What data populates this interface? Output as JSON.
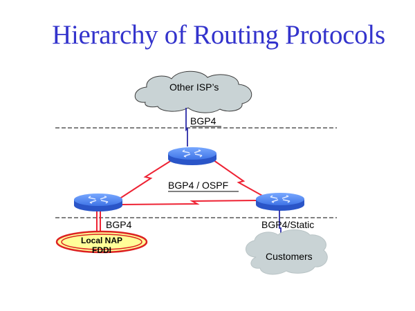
{
  "slide": {
    "title": "Hierarchy of Routing Protocols"
  },
  "diagram": {
    "clouds": {
      "top": {
        "label": "Other ISP’s"
      },
      "bottom": {
        "label": "Customers"
      }
    },
    "nap": {
      "label": "Local NAP",
      "sublabel": "FDDI"
    },
    "routers": [
      {
        "id": "top-router",
        "icon": "router-icon"
      },
      {
        "id": "left-router",
        "icon": "router-icon"
      },
      {
        "id": "right-router",
        "icon": "router-icon"
      }
    ],
    "link_labels": {
      "upstream": "BGP4",
      "core": "BGP4 / OSPF",
      "nap": "BGP4",
      "customers": "BGP4/Static"
    },
    "colors": {
      "title": "#3333cc",
      "router_top": "#5a8cf0",
      "router_side": "#2a55c8",
      "serial_link": "#ee2233",
      "blue_link": "#2b2ba8",
      "cloud": "#c9d3d5",
      "nap_fill": "#ffff99",
      "nap_ring": "#dd2222"
    }
  }
}
